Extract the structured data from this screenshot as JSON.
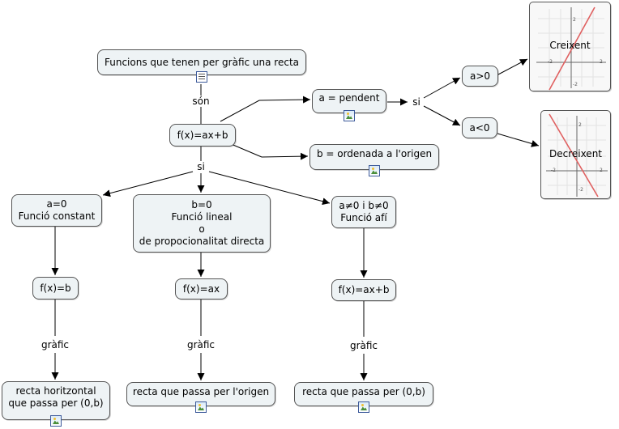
{
  "nodes": {
    "root": "Funcions que tenen per gràfic una recta",
    "formula": "f(x)=ax+b",
    "slope": "a = pendent",
    "intercept": "b = ordenada a l'origen",
    "a_pos": "a>0",
    "a_neg": "a<0",
    "constant": [
      "a=0",
      "Funció constant"
    ],
    "linear": [
      "b=0",
      "Funció lineal",
      "o",
      "de propocionalitat directa"
    ],
    "affine": [
      "a≠0 i b≠0",
      "Funció afí"
    ],
    "f_const": "f(x)=b",
    "f_linear": "f(x)=ax",
    "f_affine": "f(x)=ax+b",
    "r_const": [
      "recta horitzontal",
      "que passa per (0,b)"
    ],
    "r_linear": "recta que passa per l'origen",
    "r_affine": "recta que passa per (0,b)"
  },
  "links": {
    "son": "són",
    "si_main": "si",
    "si_slope": "si",
    "grafic_const": "gràfic",
    "grafic_linear": "gràfic",
    "grafic_affine": "gràfic"
  },
  "graphs": {
    "increasing": {
      "label": "Creixent",
      "ticks": [
        "-2",
        "2",
        "2",
        "-2"
      ],
      "line_color": "#e06060"
    },
    "decreasing": {
      "label": "Decreixent",
      "ticks": [
        "-2",
        "2",
        "2",
        "-2"
      ],
      "line_color": "#e06060"
    }
  },
  "icons": [
    "document-icon",
    "image-icon"
  ],
  "colors": {
    "node_fill": "#eef3f5",
    "node_border": "#555555",
    "connector": "#000000"
  }
}
